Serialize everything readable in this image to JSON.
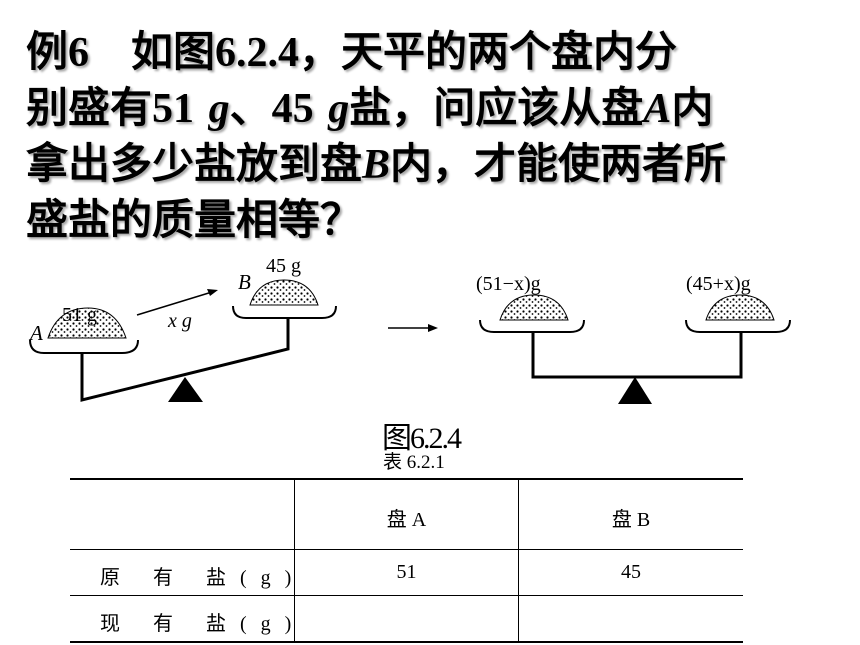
{
  "problem": {
    "line1": {
      "a": "例",
      "num": "6",
      "gap": "　",
      "b": "如图",
      "ref": "6.2.4",
      "c": "，天平的两个盘内分"
    },
    "line2": {
      "a": "别盛有",
      "m1": "51",
      "g1": "g",
      "sep": "、",
      "m2": "45",
      "g2": "g",
      "b": "盐，问应该从盘",
      "pA": "A",
      "c": "内"
    },
    "line3": {
      "a": "拿出多少盐放到盘",
      "pB": "B",
      "b": "内，才能使两者所"
    },
    "line4": "盛盐的质量相等？"
  },
  "figure": {
    "left_plate_a": "A",
    "left_mass_a": "51 g",
    "left_plate_b": "B",
    "left_mass_b": "45 g",
    "transfer": "x g",
    "right_mass_a": "(51−x)g",
    "right_mass_b": "(45+x)g",
    "caption": "图6.2.4"
  },
  "table": {
    "caption": "表 6.2.1",
    "header": [
      "",
      "盘 A",
      "盘 B"
    ],
    "rows": [
      {
        "label": "原 有 盐(g)",
        "a": "51",
        "b": "45"
      },
      {
        "label": "现 有 盐(g)",
        "a": "",
        "b": ""
      }
    ]
  }
}
